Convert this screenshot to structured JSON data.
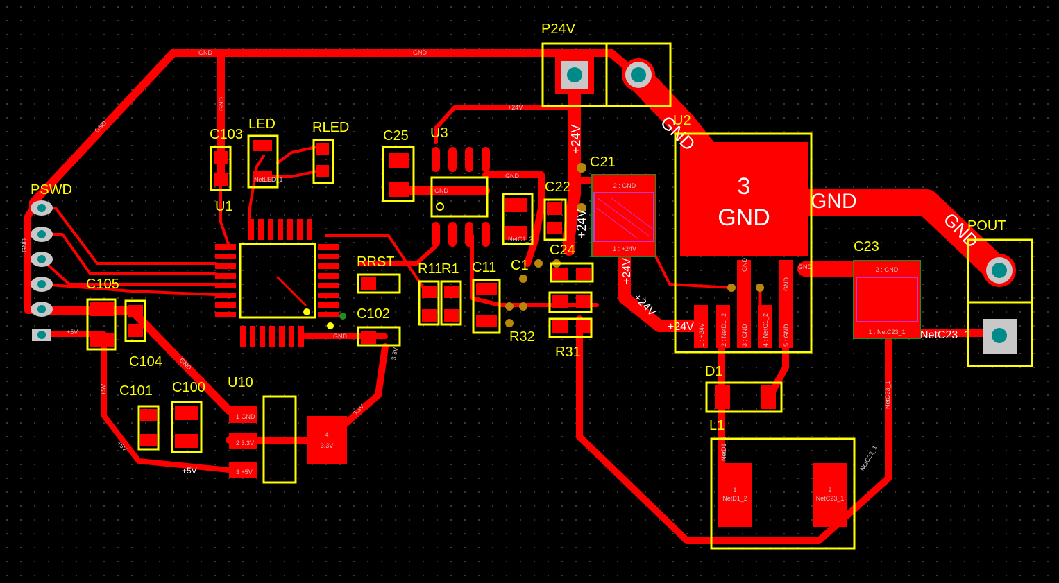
{
  "colors": {
    "background": "#000000",
    "copper": "#ff0000",
    "silkscreen": "#ffff00",
    "through_hole": "#c8c8c8",
    "pad_center": "#008b8b",
    "keepout": "#cc33cc"
  },
  "designators": {
    "P24V": "P24V",
    "U2": "U2",
    "C21": "C21",
    "C22": "C22",
    "C24": "C24",
    "C25": "C25",
    "U3": "U3",
    "C103": "C103",
    "LED": "LED",
    "RLED": "RLED",
    "PSWD": "PSWD",
    "U1": "U1",
    "C105": "C105",
    "C104": "C104",
    "RRST": "RRST",
    "C102": "C102",
    "R11": "R11",
    "R1": "R1",
    "C11": "C11",
    "C1": "C1",
    "R32": "R32",
    "R31": "R31",
    "C23": "C23",
    "POUT": "POUT",
    "D1": "D1",
    "L1": "L1",
    "U10": "U10",
    "C101": "C101",
    "C100": "C100"
  },
  "nets": {
    "gnd": "GND",
    "p24": "+24V",
    "p5": "+5V",
    "p33": "3.3V",
    "netc23": "NetC23_1",
    "netd1": "NetD1_2",
    "netc1": "NetC1_2"
  },
  "pad_labels": {
    "u2_tab_num": "3",
    "u2_tab_net": "GND",
    "c21_p2": "2 : GND",
    "c21_p1": "1 : +24V",
    "c23_p2": "2 : GND",
    "c23_p1": "1 : NetC23_1",
    "u2_p1": "1 : +24V",
    "u2_p2": "2 : NetD1_2",
    "u2_p3": "3 : GND",
    "u2_p4": "4 : NetC1_2",
    "u2_p5": "5 : GND",
    "l1_p1_num": "1",
    "l1_p1_net": "NetD1_2",
    "l1_p2_num": "2",
    "l1_p2_net": "NetC23_1",
    "u10_p1": "1 GND",
    "u10_p2": "2 3.3V",
    "u10_p3": "3 +5V",
    "u10_p4_num": "4",
    "u10_p4_net": "3.3V",
    "trace_gnd_big": "GND",
    "trace_netc23": "NetC23_1",
    "trace_gnd_mid": "GND",
    "trace_24v_mid": "+24V",
    "trace_5v": "+5V",
    "trace_33v": "3.3V",
    "led_p2": "NetLED_1"
  }
}
